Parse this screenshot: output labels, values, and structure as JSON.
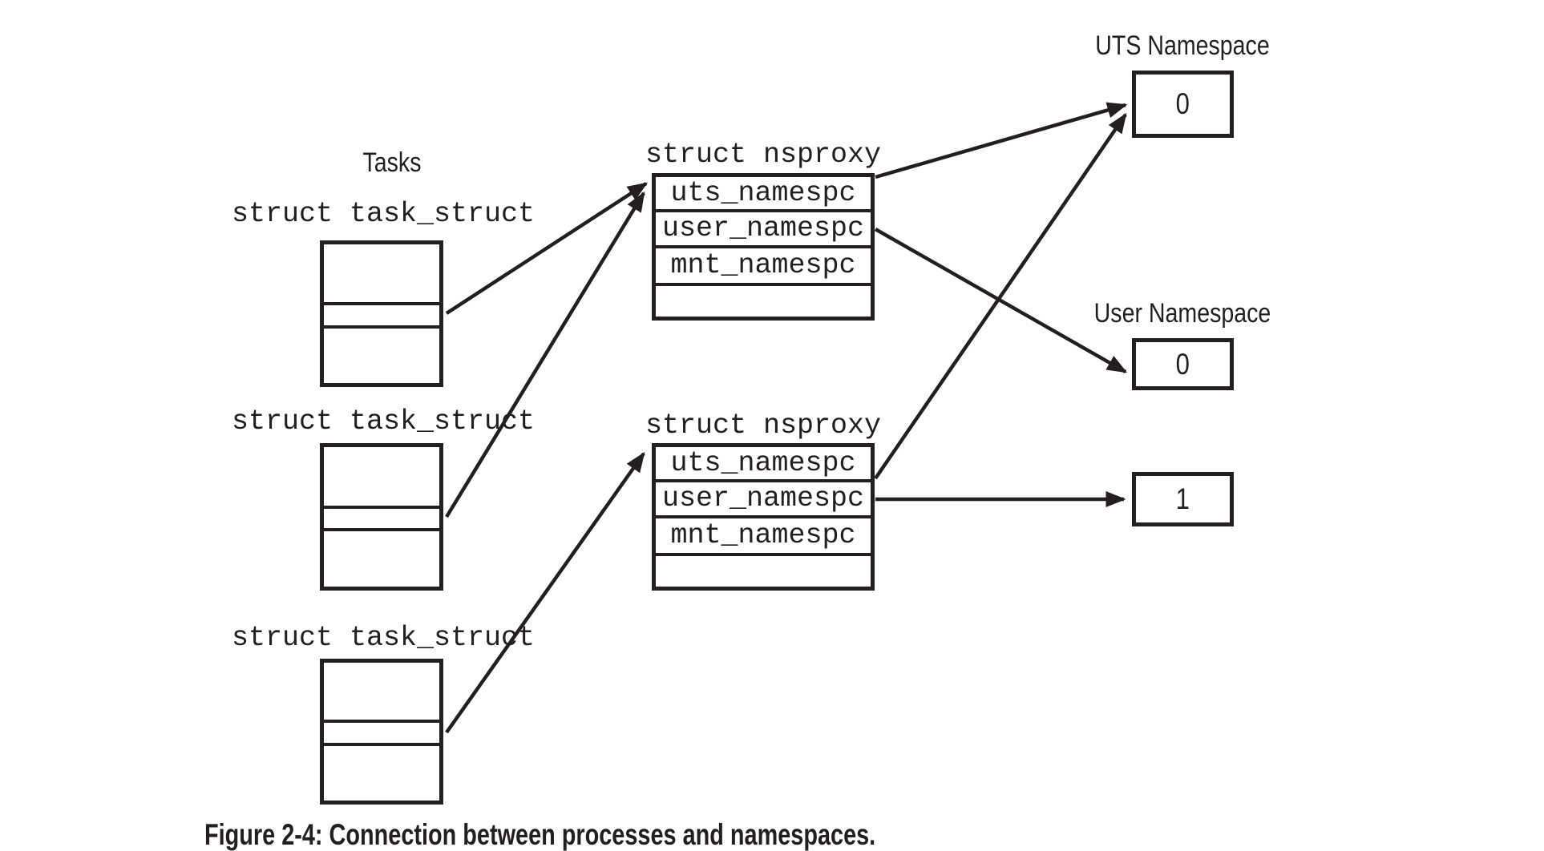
{
  "page": {
    "background_color": "#ffffff",
    "ink_color": "#231f20"
  },
  "figure": {
    "tasks_heading": "Tasks",
    "task_structs": [
      {
        "label": "struct task_struct"
      },
      {
        "label": "struct task_struct"
      },
      {
        "label": "struct task_struct"
      }
    ],
    "nsproxies": [
      {
        "label": "struct nsproxy",
        "fields": [
          "uts_namespc",
          "user_namespc",
          "mnt_namespc",
          ""
        ]
      },
      {
        "label": "struct nsproxy",
        "fields": [
          "uts_namespc",
          "user_namespc",
          "mnt_namespc",
          ""
        ]
      }
    ],
    "namespaces": [
      {
        "label": "UTS Namespace",
        "value": "0"
      },
      {
        "label": "User Namespace",
        "value": "0"
      },
      {
        "label": "",
        "value": "1"
      }
    ],
    "caption": "Figure 2-4: Connection between processes and namespaces."
  }
}
